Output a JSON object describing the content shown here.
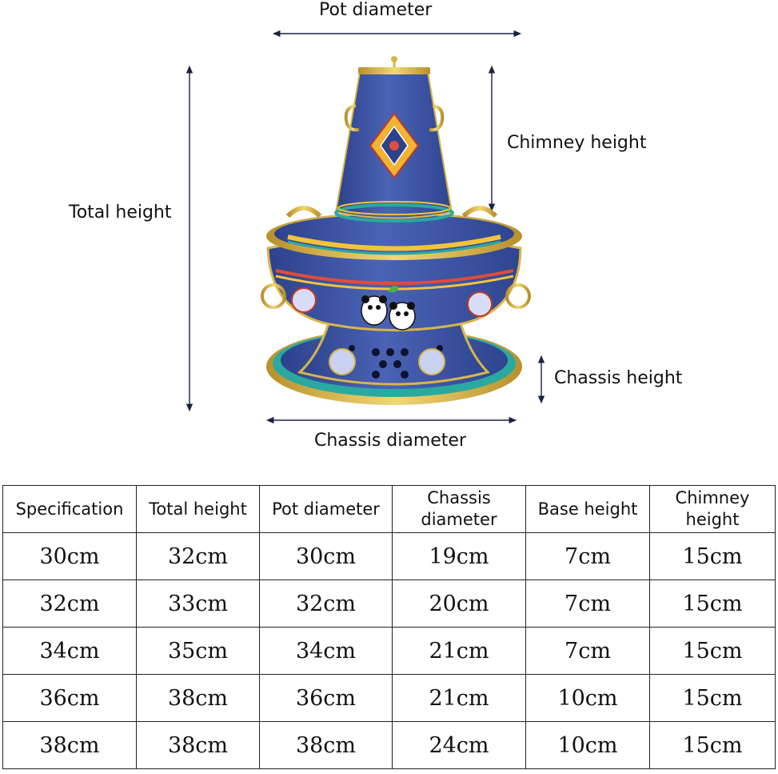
{
  "diagram": {
    "labels": {
      "pot_diameter": "Pot diameter",
      "chimney_height": "Chimney height",
      "total_height": "Total height",
      "chassis_height": "Chassis height",
      "chassis_diameter": "Chassis diameter"
    },
    "colors": {
      "enamel_blue": "#3f57a8",
      "gold": "#d8b54a",
      "turquoise": "#2aa9a0",
      "arrow": "#1c2140"
    }
  },
  "table": {
    "headers": [
      "Specification",
      "Total height",
      "Pot diameter",
      "Chassis diameter",
      "Base height",
      "Chimney height"
    ],
    "rows": [
      [
        "30cm",
        "32cm",
        "30cm",
        "19cm",
        "7cm",
        "15cm"
      ],
      [
        "32cm",
        "33cm",
        "32cm",
        "20cm",
        "7cm",
        "15cm"
      ],
      [
        "34cm",
        "35cm",
        "34cm",
        "21cm",
        "7cm",
        "15cm"
      ],
      [
        "36cm",
        "38cm",
        "36cm",
        "21cm",
        "10cm",
        "15cm"
      ],
      [
        "38cm",
        "38cm",
        "38cm",
        "24cm",
        "10cm",
        "15cm"
      ]
    ]
  }
}
